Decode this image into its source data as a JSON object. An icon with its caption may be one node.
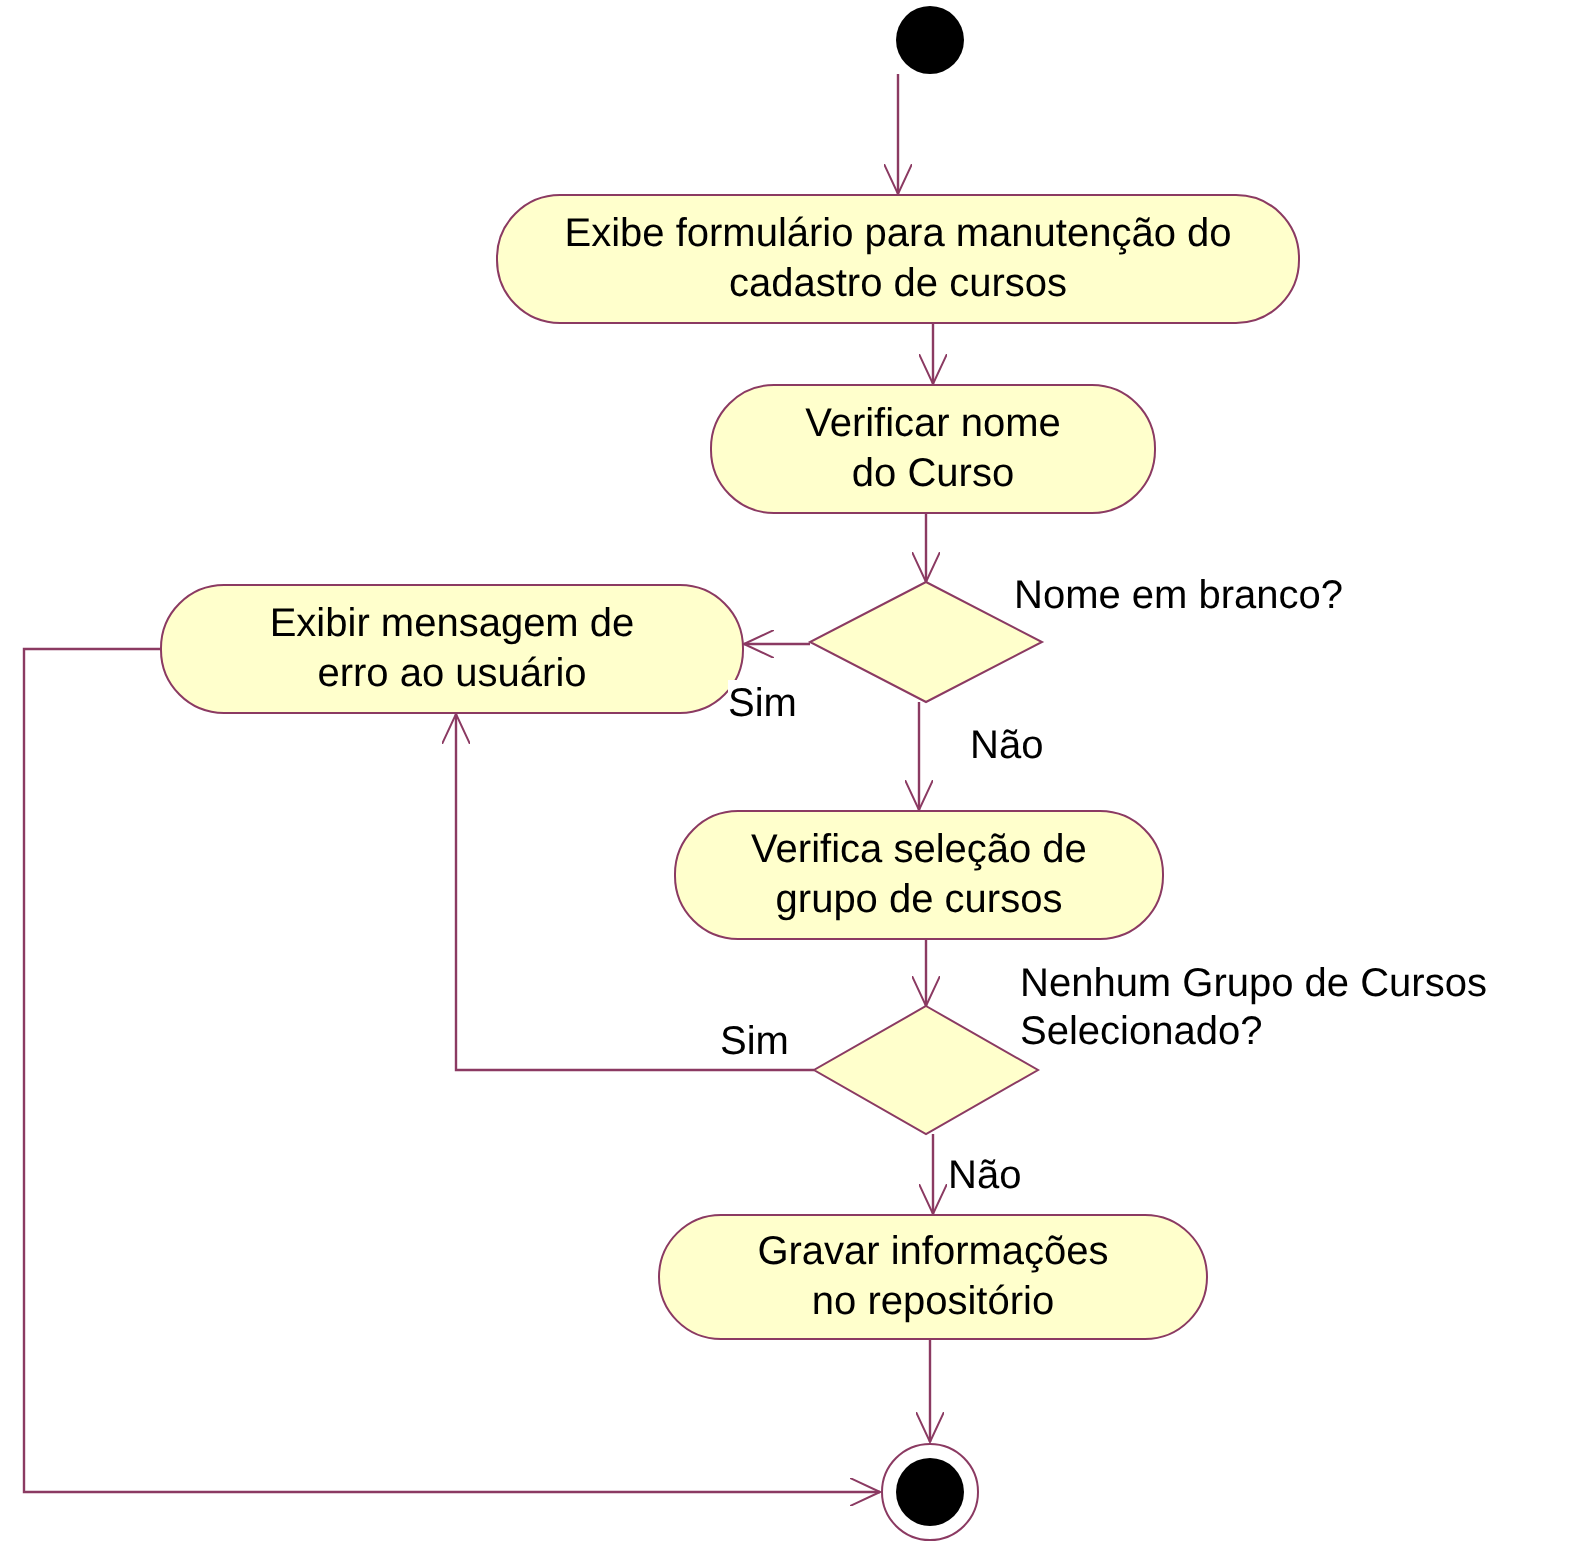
{
  "diagram": {
    "nodes": [
      {
        "text": [],
        "shape": "circle"
      },
      {
        "text": [
          "Exibe formulário para manutenção do cadastro de cursos"
        ]
      },
      {
        "text": [
          "Verificar nome do Curso"
        ]
      },
      {
        "text": [],
        "shape": "diamond",
        "beside": [
          "Nome em branco?"
        ]
      },
      {
        "text": [
          "Exibir mensagem de erro ao usuário"
        ]
      },
      {
        "text": [
          "Verifica seleção de grupo de cursos"
        ]
      },
      {
        "text": [],
        "shape": "diamond",
        "beside": [
          "Nenhum Grupo de Cursos Selecionado?"
        ]
      },
      {
        "text": [
          "Gravar informações no repositório"
        ]
      },
      {
        "text": [],
        "shape": "circle"
      }
    ],
    "edges": [
      {
        "from": 0,
        "to": 1,
        "arrow": "to"
      },
      {
        "from": 1,
        "to": 2,
        "arrow": "to"
      },
      {
        "from": 2,
        "to": 3,
        "arrow": "to"
      },
      {
        "from": 3,
        "to": 4,
        "arrow": "to",
        "label": "Sim"
      },
      {
        "from": 3,
        "to": 5,
        "arrow": "to",
        "label": "Não"
      },
      {
        "from": 5,
        "to": 6,
        "arrow": "to"
      },
      {
        "from": 6,
        "to": 4,
        "arrow": "to",
        "label": "Sim"
      },
      {
        "from": 6,
        "to": 7,
        "arrow": "to",
        "label": "Não"
      },
      {
        "from": 7,
        "to": 8,
        "arrow": "to"
      },
      {
        "from": 4,
        "to": 8,
        "arrow": "to"
      }
    ]
  }
}
